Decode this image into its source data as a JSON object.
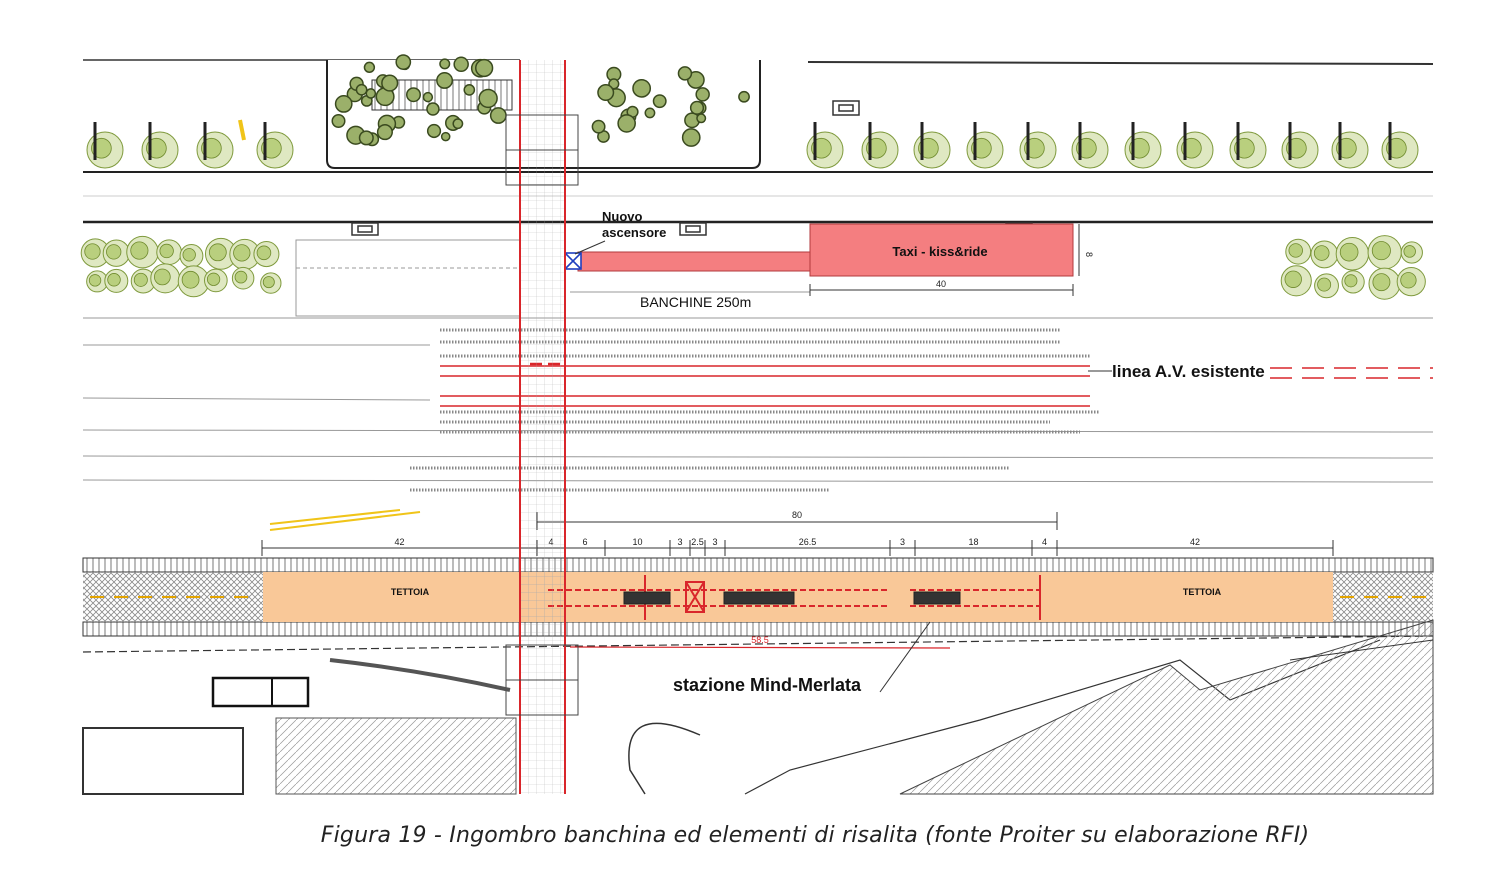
{
  "labels": {
    "nuovo_ascensore_1": "Nuovo",
    "nuovo_ascensore_2": "ascensore",
    "taxi": "Taxi - kiss&ride",
    "taxi_depth": "8",
    "taxi_length": "40",
    "banchine": "BANCHINE 250m",
    "linea_av": "linea A.V. esistente",
    "tettoia_left": "TETTOIA",
    "tettoia_right": "TETTOIA",
    "stazione": "stazione Mind-Merlata",
    "total_80": "80",
    "red_dim": "58.5"
  },
  "platform_dimensions": [
    "42",
    "4",
    "6",
    "10",
    "3",
    "2.5",
    "3",
    "26.5",
    "3",
    "18",
    "4",
    "42"
  ],
  "caption": "Figura 19 - Ingombro banchina ed elementi di risalita (fonte Proiter su elaborazione RFI)",
  "colors": {
    "taxi_fill": "#f47e80",
    "platform_orange": "#f9c898",
    "track_red": "#d9262b",
    "tree_green": "#b9cf7e",
    "hatch_grey": "#9a9a9a"
  }
}
